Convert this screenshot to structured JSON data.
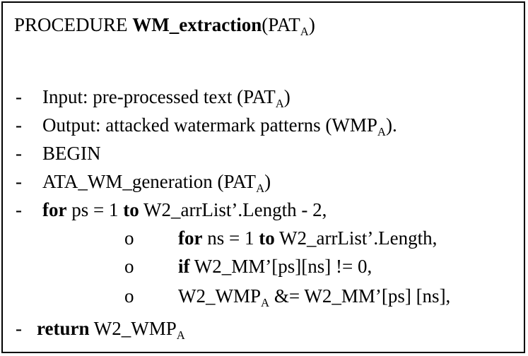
{
  "header": {
    "keyword": "PROCEDURE",
    "name": "WM_extraction",
    "param_open": "(PAT",
    "param_sub": "A",
    "param_close": ")"
  },
  "lines": {
    "input": {
      "marker": "-",
      "pre": "Input: pre-processed text (PAT",
      "sub": "A",
      "post": ")"
    },
    "output": {
      "marker": "-",
      "pre": "Output: attacked watermark patterns (WMP",
      "sub": "A",
      "post": ")."
    },
    "begin": {
      "marker": "-",
      "text": "BEGIN"
    },
    "call": {
      "marker": "-",
      "pre": "ATA_WM_generation (PAT",
      "sub": "A",
      "post": ")"
    },
    "for_outer": {
      "marker": "-",
      "kw1": "for",
      "mid": " ps = 1 ",
      "kw2": "to",
      "post": " W2_arrList’.Length - 2,"
    },
    "for_inner": {
      "marker": "o",
      "kw1": "for",
      "mid": " ns = 1 ",
      "kw2": "to",
      "post": " W2_arrList’.Length,"
    },
    "if_stmt": {
      "marker": "o",
      "kw": "if",
      "post": " W2_MM’[ps][ns] != 0,"
    },
    "assign": {
      "marker": "o",
      "pre": "W2_WMP",
      "sub": "A",
      "post": " &= W2_MM’[ps] [ns],"
    },
    "ret": {
      "marker": "-",
      "kw": "return",
      "pre": " W2_WMP",
      "sub": "A"
    }
  }
}
